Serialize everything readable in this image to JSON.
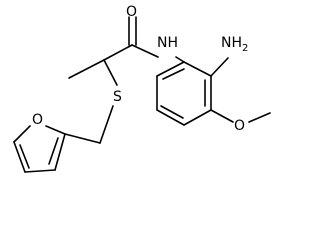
{
  "atoms": {
    "oxygen_carbonyl": "O",
    "nitrogen_amide": "NH",
    "amine_nh": "NH",
    "amine_subscript": "2",
    "sulfur": "S",
    "oxygen_furan": "O",
    "oxygen_methoxy": "O"
  }
}
